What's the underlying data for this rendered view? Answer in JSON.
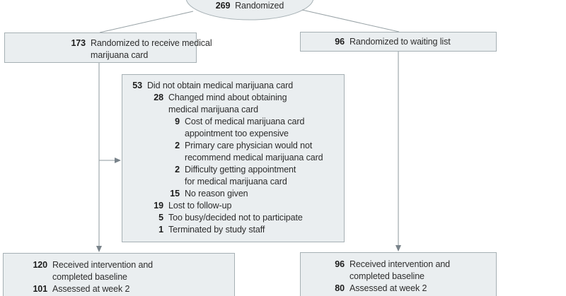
{
  "diagram": {
    "title_hint": "CONSORT randomization flow diagram",
    "colors": {
      "box_fill": "#eaeef0",
      "box_border": "#a6b0b4",
      "connector_line": "#8e989c",
      "text": "#2d2d2d"
    },
    "top_oval": {
      "num": "269",
      "label": "Randomized"
    },
    "box_mj_card": {
      "rows": [
        {
          "num": "173",
          "text": "Randomized to receive medical"
        },
        {
          "num": "",
          "text": "marijuana card"
        }
      ]
    },
    "box_waiting": {
      "rows": [
        {
          "num": "96",
          "text": "Randomized to waiting list"
        }
      ]
    },
    "box_exclusions": {
      "rows": [
        {
          "num": "53",
          "text": "Did not obtain medical marijuana card"
        },
        {
          "num": "28",
          "text": "Changed mind about obtaining"
        },
        {
          "num": "",
          "text": "medical marijuana card"
        },
        {
          "num": "9",
          "text": "Cost of medical marijuana card"
        },
        {
          "num": "",
          "text": "appointment too expensive"
        },
        {
          "num": "2",
          "text": "Primary care physician would not"
        },
        {
          "num": "",
          "text": "recommend medical marijuana card"
        },
        {
          "num": "2",
          "text": "Difficulty getting appointment"
        },
        {
          "num": "",
          "text": "for medical marijuana card"
        },
        {
          "num": "15",
          "text": "No reason given"
        },
        {
          "num": "19",
          "text": "Lost to follow-up"
        },
        {
          "num": "5",
          "text": "Too busy/decided not to participate"
        },
        {
          "num": "1",
          "text": "Terminated by study staff"
        }
      ]
    },
    "box_bottom_left": {
      "rows": [
        {
          "num": "120",
          "text": "Received intervention and"
        },
        {
          "num": "",
          "text": "completed baseline"
        },
        {
          "num": "101",
          "text": "Assessed at week 2"
        }
      ]
    },
    "box_bottom_right": {
      "rows": [
        {
          "num": "96",
          "text": "Received intervention and"
        },
        {
          "num": "",
          "text": "completed baseline"
        },
        {
          "num": "80",
          "text": "Assessed at week 2"
        }
      ]
    }
  }
}
